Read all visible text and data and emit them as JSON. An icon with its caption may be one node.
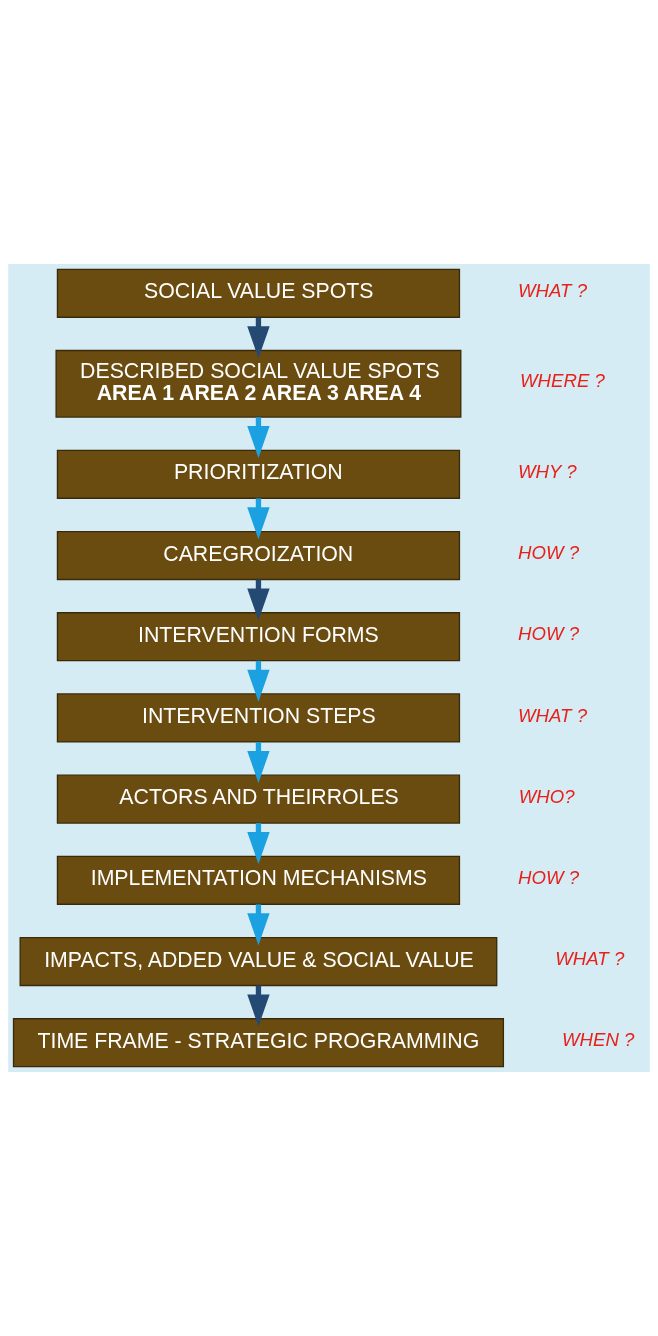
{
  "diagram": {
    "nodes": [
      {
        "text": [
          "SOCIAL VALUE SPOTS"
        ],
        "beside": [
          "WHAT ?"
        ]
      },
      {
        "text": [
          "DESCRIBED SOCIAL VALUE SPOTS",
          "AREA 1 AREA 2 AREA 3 AREA 4"
        ],
        "beside": [
          "WHERE ?"
        ]
      },
      {
        "text": [
          "PRIORITIZATION"
        ],
        "beside": [
          "WHY ?"
        ]
      },
      {
        "text": [
          "CAREGROIZATION"
        ],
        "beside": [
          "HOW ?"
        ]
      },
      {
        "text": [
          "INTERVENTION FORMS"
        ],
        "beside": [
          "HOW ?"
        ]
      },
      {
        "text": [
          "INTERVENTION STEPS"
        ],
        "beside": [
          "WHAT ?"
        ]
      },
      {
        "text": [
          "ACTORS AND THEIRROLES"
        ],
        "beside": [
          "WHO?"
        ]
      },
      {
        "text": [
          "IMPLEMENTATION MECHANISMS"
        ],
        "beside": [
          "HOW ?"
        ]
      },
      {
        "text": [
          "IMPACTS, ADDED VALUE & SOCIAL VALUE"
        ],
        "beside": [
          "WHAT ?"
        ]
      },
      {
        "text": [
          "TIME FRAME - STRATEGIC PROGRAMMING"
        ],
        "beside": [
          "WHEN ?"
        ]
      }
    ],
    "edges": [
      {
        "from": 0,
        "to": 1,
        "arrow": "to",
        "color": "#244a73"
      },
      {
        "from": 1,
        "to": 2,
        "arrow": "to"
      },
      {
        "from": 2,
        "to": 3,
        "arrow": "to"
      },
      {
        "from": 3,
        "to": 4,
        "arrow": "to",
        "color": "#244a73"
      },
      {
        "from": 4,
        "to": 5,
        "arrow": "to"
      },
      {
        "from": 5,
        "to": 6,
        "arrow": "to"
      },
      {
        "from": 6,
        "to": 7,
        "arrow": "to"
      },
      {
        "from": 7,
        "to": 8,
        "arrow": "to"
      },
      {
        "from": 8,
        "to": 9,
        "arrow": "to",
        "color": "#244a73"
      }
    ]
  }
}
